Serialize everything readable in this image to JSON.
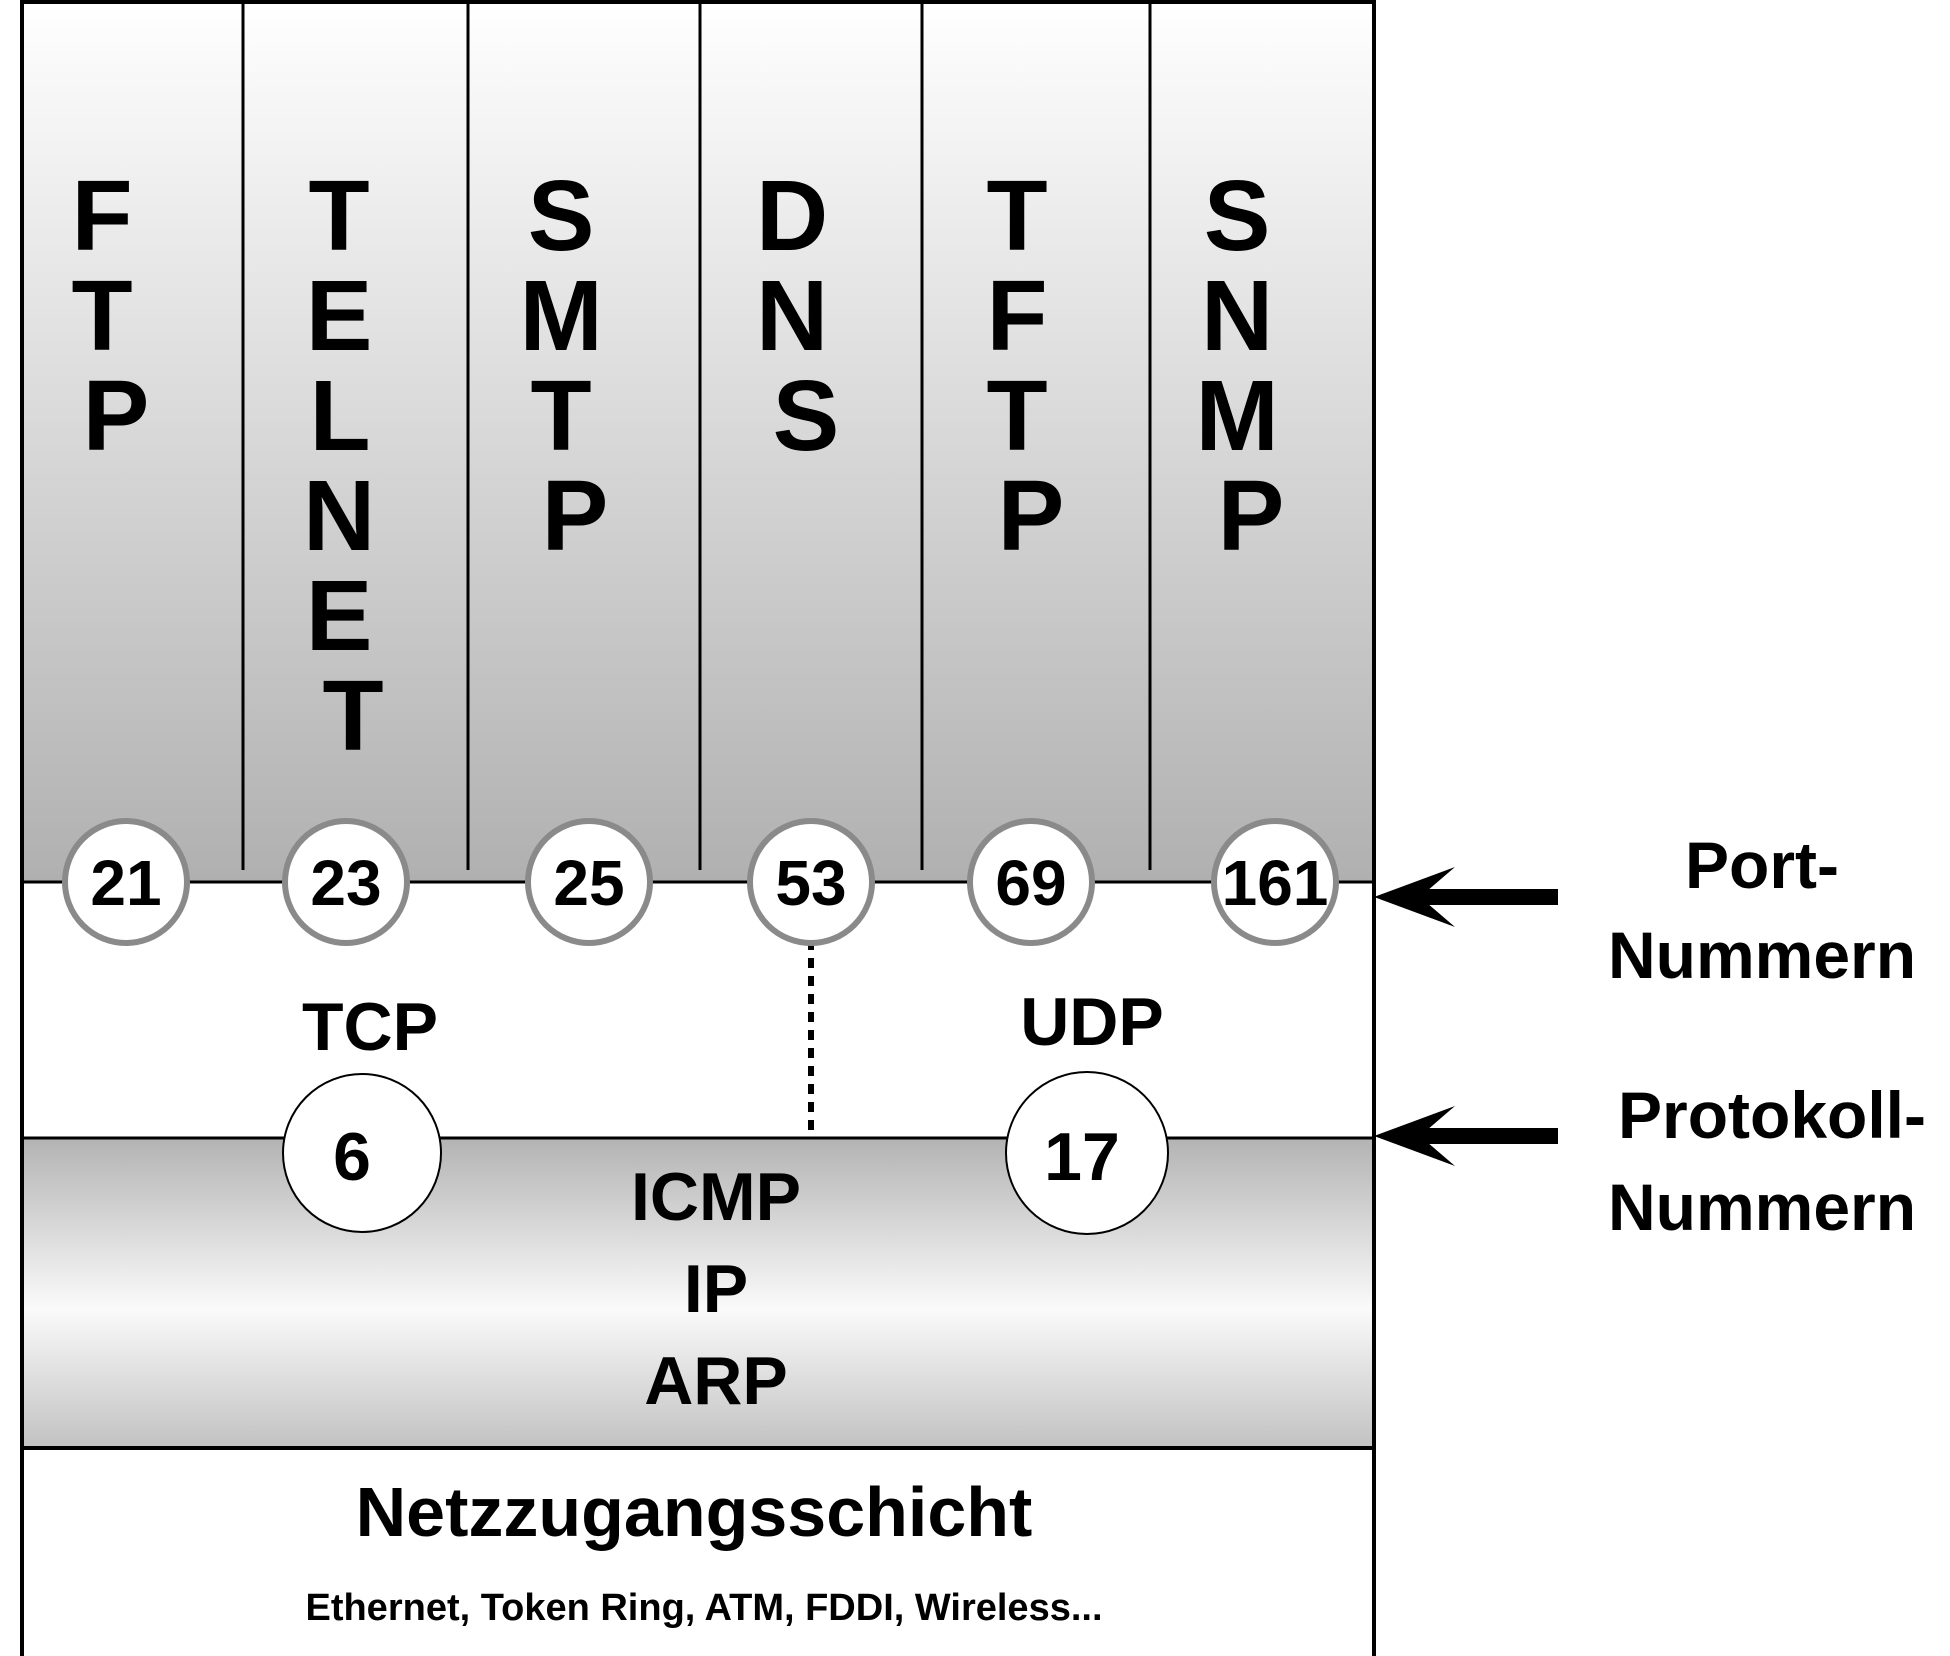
{
  "applications": [
    {
      "name": "FTP",
      "port": "21"
    },
    {
      "name": "TELNET",
      "port": "23"
    },
    {
      "name": "SMTP",
      "port": "25"
    },
    {
      "name": "DNS",
      "port": "53"
    },
    {
      "name": "TFTP",
      "port": "69"
    },
    {
      "name": "SNMP",
      "port": "161"
    }
  ],
  "transport": {
    "tcp_label": "TCP",
    "udp_label": "UDP",
    "tcp_protocol_number": "6",
    "udp_protocol_number": "17"
  },
  "internet_layer": {
    "lines": [
      "ICMP",
      "IP",
      "ARP"
    ]
  },
  "network_access": {
    "title": "Netzzugangsschicht",
    "subtitle": "Ethernet, Token Ring, ATM, FDDI, Wireless..."
  },
  "side_labels": {
    "port_numbers": [
      "Port-",
      "Nummern"
    ],
    "protocol_numbers": [
      "Protokoll-",
      "Nummern"
    ]
  },
  "colors": {
    "gradient_light": "#ffffff",
    "gradient_dark": "#b2b2b2",
    "circle_ring": "#8a8a8a",
    "line": "#000000"
  }
}
